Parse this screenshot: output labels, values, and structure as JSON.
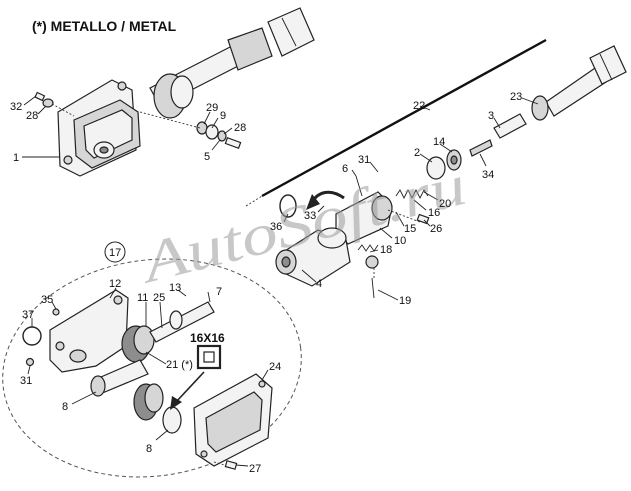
{
  "title": "(*) METALLO / METAL",
  "watermark": "AutoSoft.ru",
  "special_label": "16X16",
  "group_label": "17",
  "callouts": [
    {
      "id": "32",
      "text": "32"
    },
    {
      "id": "28a",
      "text": "28"
    },
    {
      "id": "1",
      "text": "1"
    },
    {
      "id": "29",
      "text": "29"
    },
    {
      "id": "9",
      "text": "9"
    },
    {
      "id": "28b",
      "text": "28"
    },
    {
      "id": "5",
      "text": "5"
    },
    {
      "id": "22",
      "text": "22"
    },
    {
      "id": "23",
      "text": "23"
    },
    {
      "id": "3",
      "text": "3"
    },
    {
      "id": "14",
      "text": "14"
    },
    {
      "id": "2",
      "text": "2"
    },
    {
      "id": "34",
      "text": "34"
    },
    {
      "id": "6",
      "text": "6"
    },
    {
      "id": "31a",
      "text": "31"
    },
    {
      "id": "20",
      "text": "20"
    },
    {
      "id": "16",
      "text": "16"
    },
    {
      "id": "15",
      "text": "15"
    },
    {
      "id": "26",
      "text": "26"
    },
    {
      "id": "33",
      "text": "33"
    },
    {
      "id": "36",
      "text": "36"
    },
    {
      "id": "10",
      "text": "10"
    },
    {
      "id": "18",
      "text": "18"
    },
    {
      "id": "4",
      "text": "4"
    },
    {
      "id": "19",
      "text": "19"
    },
    {
      "id": "12",
      "text": "12"
    },
    {
      "id": "13",
      "text": "13"
    },
    {
      "id": "35",
      "text": "35"
    },
    {
      "id": "11",
      "text": "11"
    },
    {
      "id": "25",
      "text": "25"
    },
    {
      "id": "7",
      "text": "7"
    },
    {
      "id": "37",
      "text": "37"
    },
    {
      "id": "21",
      "text": "21 (*)"
    },
    {
      "id": "31b",
      "text": "31"
    },
    {
      "id": "24",
      "text": "24"
    },
    {
      "id": "8a",
      "text": "8"
    },
    {
      "id": "8b",
      "text": "8"
    },
    {
      "id": "27",
      "text": "27"
    }
  ]
}
